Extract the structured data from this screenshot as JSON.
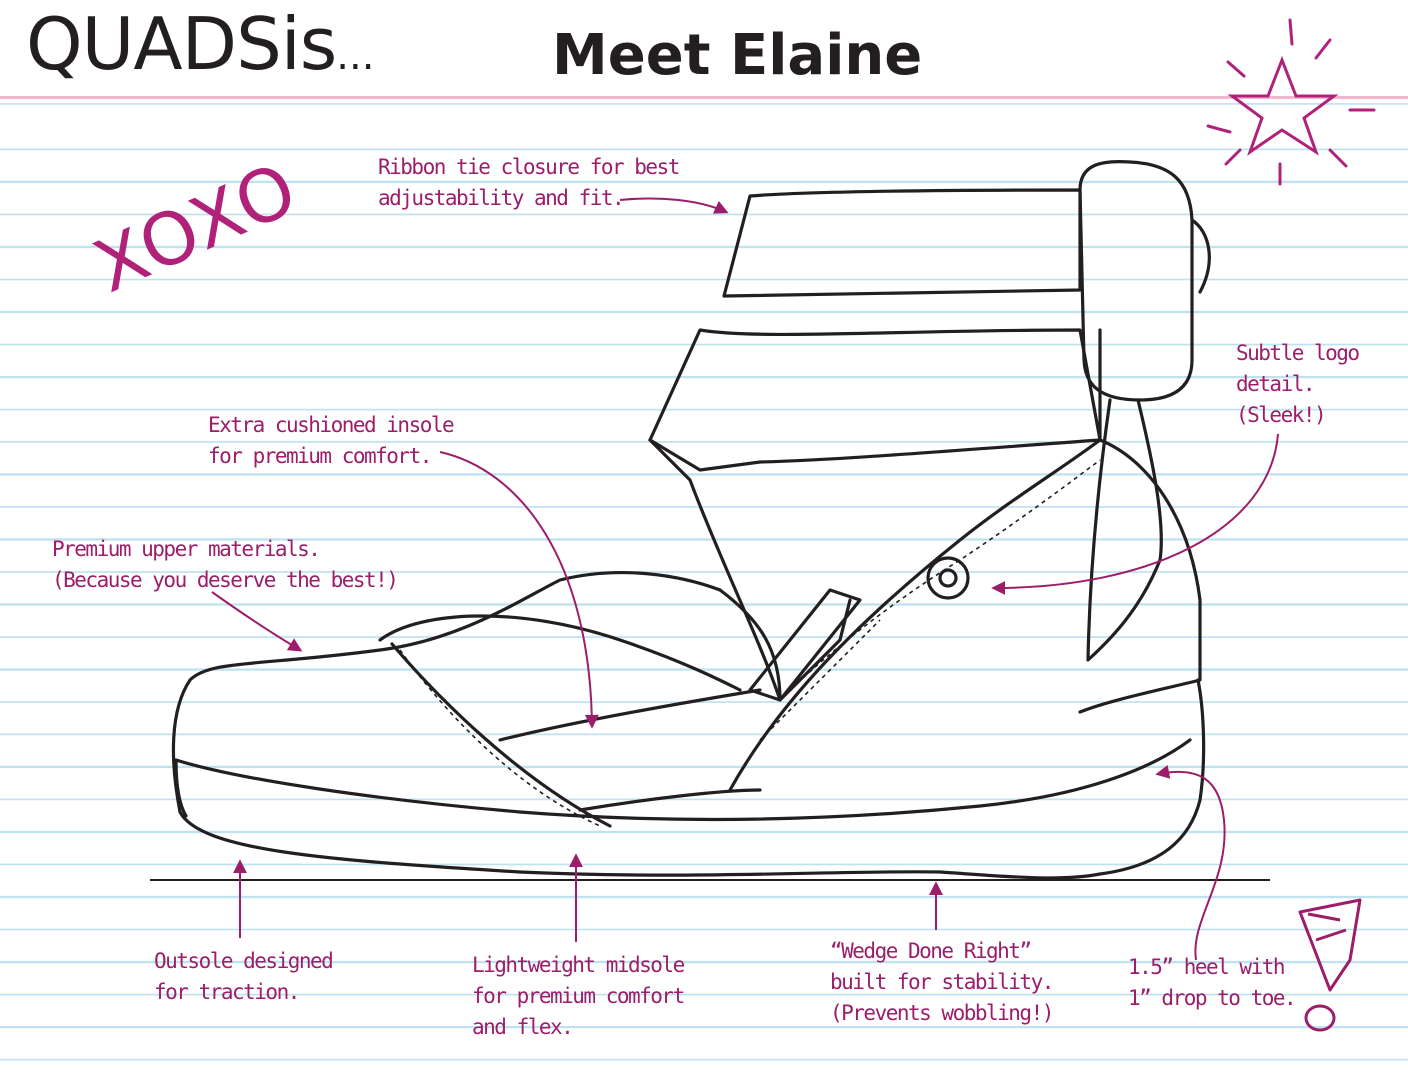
{
  "header": {
    "brand": "QUADSis",
    "brand_ellipsis": "...",
    "title": "Meet Elaine"
  },
  "decor": {
    "xoxo": "XOXO"
  },
  "annotations": {
    "ribbon": [
      "Ribbon tie closure for best",
      "adjustability and fit."
    ],
    "insole": [
      "Extra cushioned insole",
      "for premium comfort."
    ],
    "upper": [
      "Premium upper materials.",
      "(Because you deserve the best!)"
    ],
    "logo": [
      "Subtle logo",
      "detail.",
      "(Sleek!)"
    ],
    "outsole": [
      "Outsole designed",
      "for traction."
    ],
    "midsole": [
      "Lightweight midsole",
      "for premium comfort",
      "and flex."
    ],
    "wedge": [
      "“Wedge Done Right”",
      "built for stability.",
      "(Prevents wobbling!)"
    ],
    "heel": [
      "1.5” heel with",
      "1” drop to toe."
    ]
  },
  "colors": {
    "ink": "#231f20",
    "accent": "#9c1d6a",
    "pink_line": "#f2b6cf",
    "ruled_line": "#bfe2ef"
  },
  "icons": [
    "star-icon",
    "exclamation-icon",
    "logo-q-icon"
  ]
}
